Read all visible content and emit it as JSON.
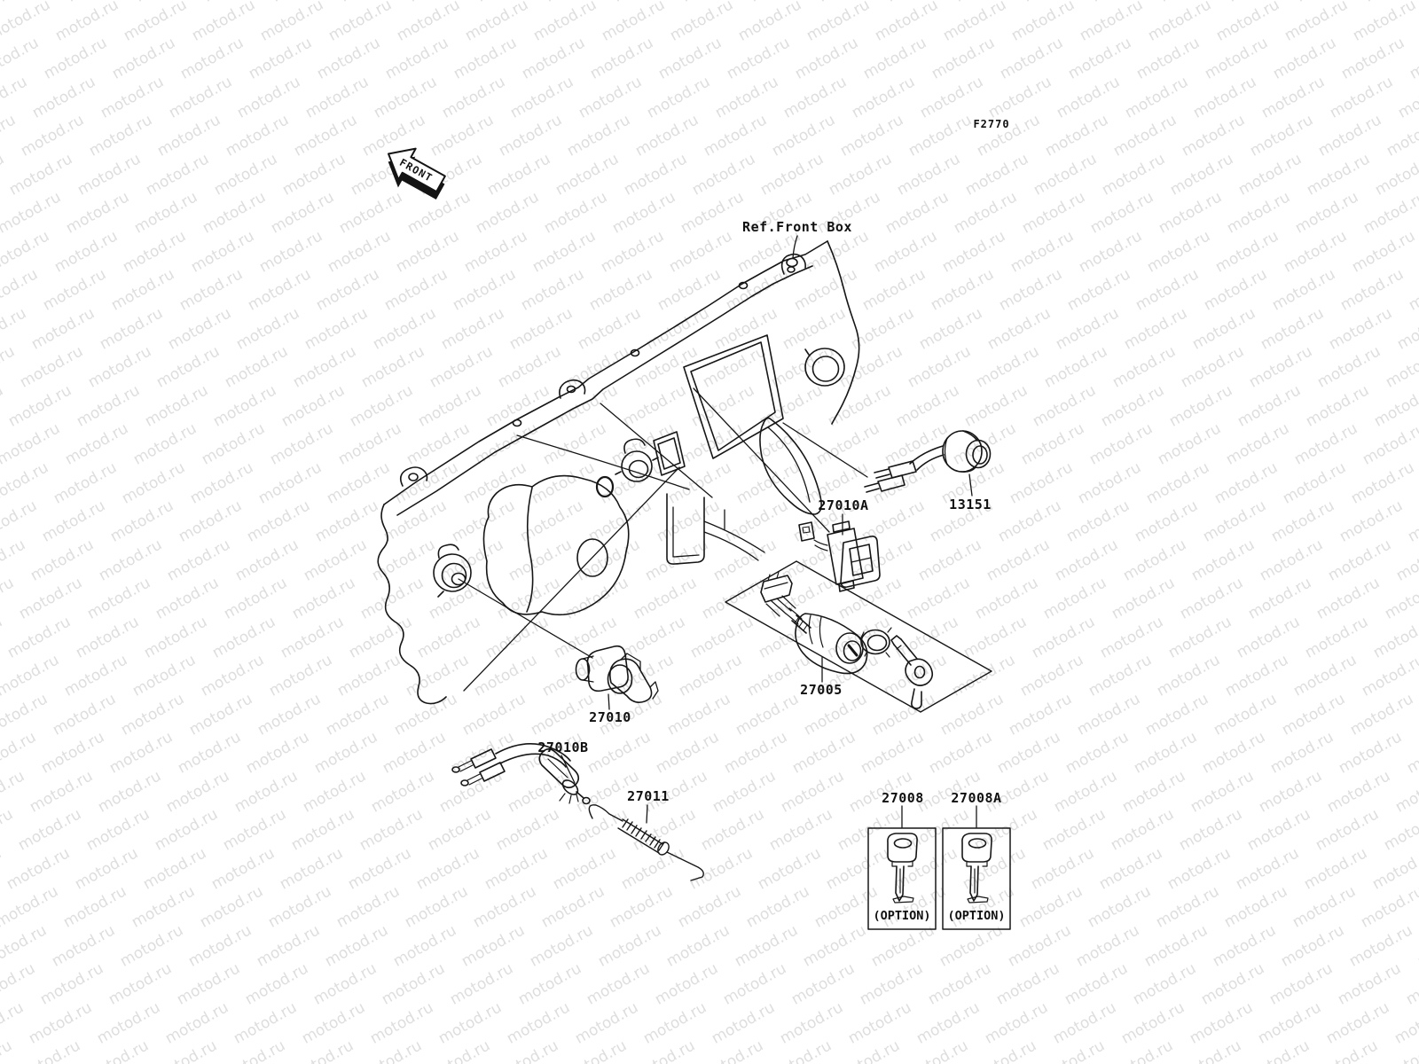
{
  "figure": {
    "code": "F2770"
  },
  "watermark": {
    "text": "motod.ru",
    "color": "#dedede"
  },
  "diagram": {
    "type": "exploded-parts-diagram",
    "reference_label": "Ref.Front Box",
    "orientation_label": "FRONT",
    "ink_color": "#161616",
    "background": "#ffffff",
    "parts_shown": [
      "13151",
      "27005",
      "27008",
      "27008A",
      "27010",
      "27010A",
      "27010B",
      "27011"
    ]
  },
  "labels": {
    "figure_code": "F2770",
    "ref_front_box": "Ref.Front Box",
    "front": "FRONT",
    "part_13151": "13151",
    "part_27005": "27005",
    "part_27008": "27008",
    "part_27008a": "27008A",
    "part_27010": "27010",
    "part_27010a": "27010A",
    "part_27010b": "27010B",
    "part_27011": "27011",
    "option_27008": "(OPTION)",
    "option_27008a": "(OPTION)"
  }
}
